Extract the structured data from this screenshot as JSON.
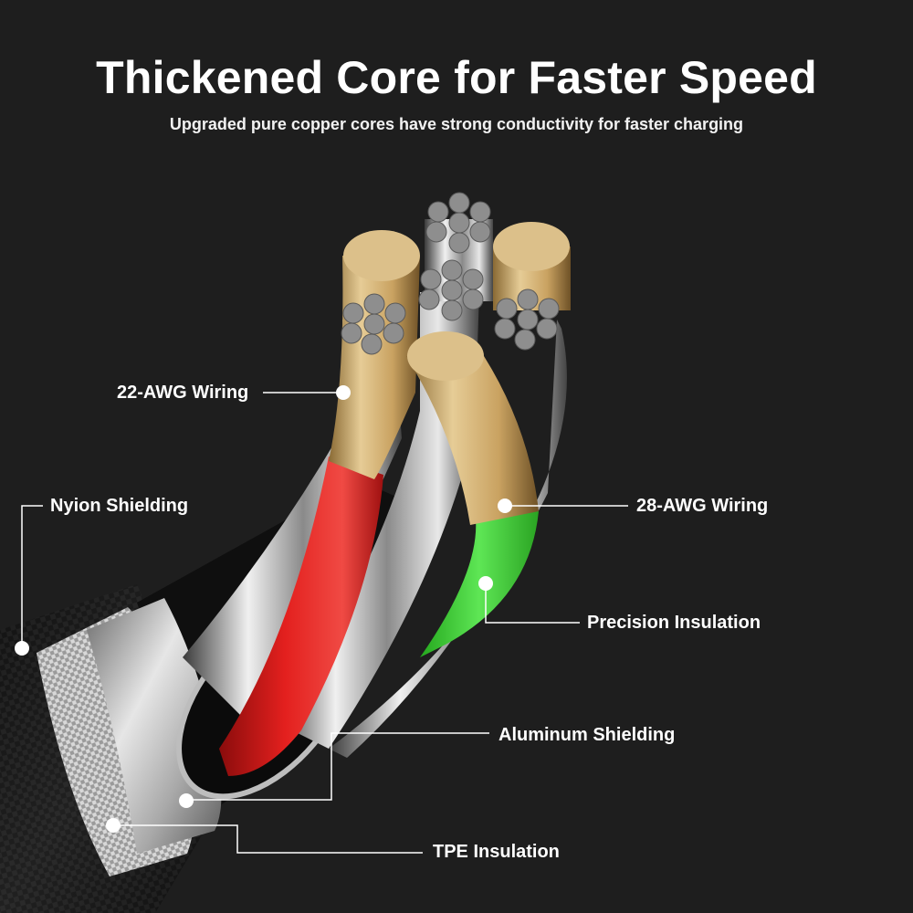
{
  "header": {
    "title": "Thickened Core for Faster Speed",
    "subtitle": "Upgraded pure copper cores have strong conductivity for faster charging"
  },
  "callouts": [
    {
      "id": "22awg",
      "label": "22-AWG Wiring"
    },
    {
      "id": "nylon",
      "label": "Nyion Shielding"
    },
    {
      "id": "28awg",
      "label": "28-AWG Wiring"
    },
    {
      "id": "precision",
      "label": "Precision Insulation"
    },
    {
      "id": "aluminum",
      "label": "Aluminum Shielding"
    },
    {
      "id": "tpe",
      "label": "TPE Insulation"
    }
  ],
  "colors": {
    "background": "#1e1e1e",
    "copper": "#d9b97f",
    "red_insulation": "#d81c1c",
    "green_insulation": "#3fd43a",
    "strand_silver": "#8c8c8c",
    "aluminum": "#c8c8c8",
    "callout": "#ffffff"
  }
}
